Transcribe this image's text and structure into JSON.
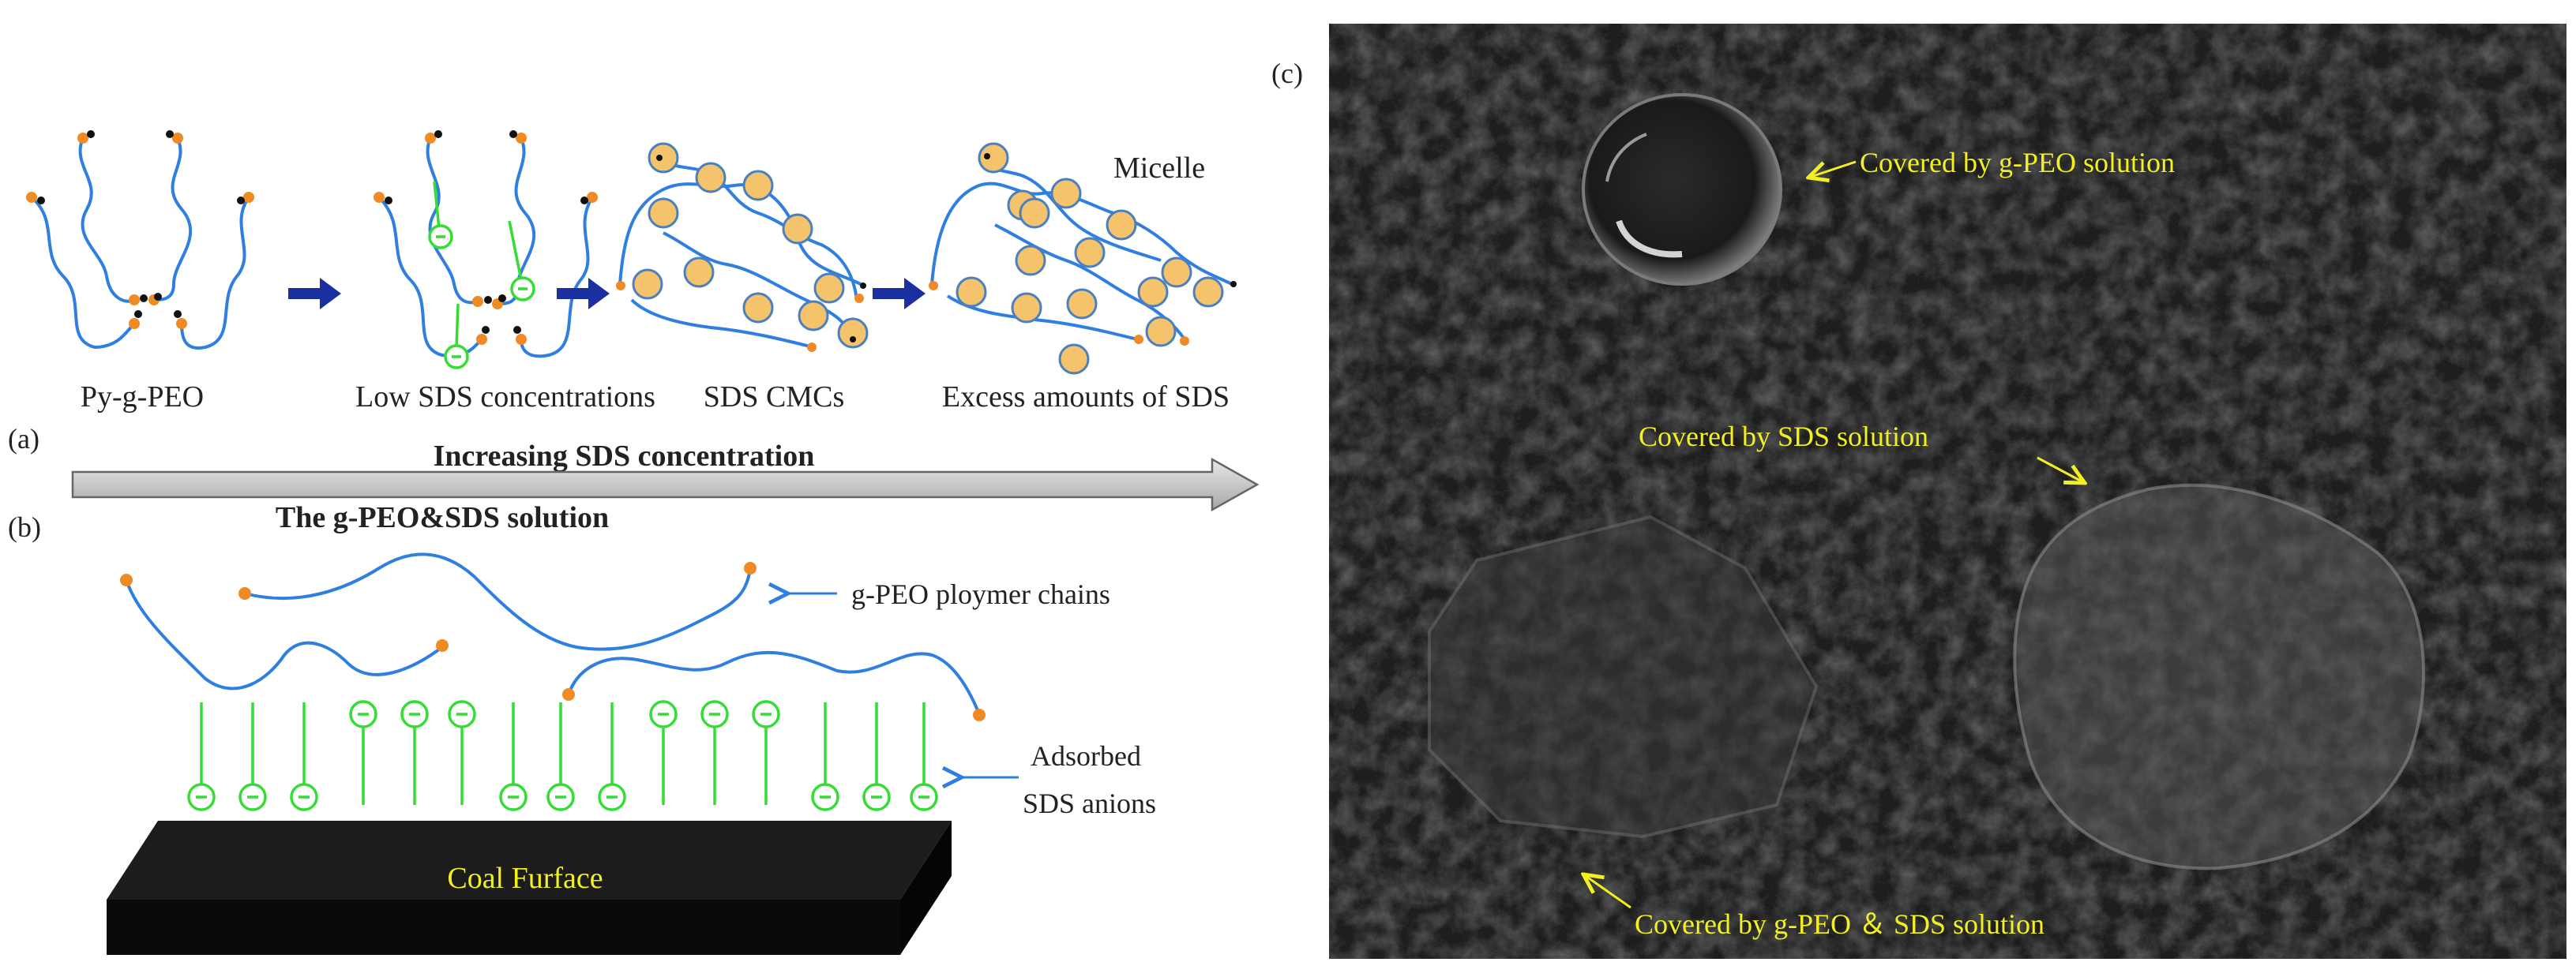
{
  "panel_a": {
    "label": "(a)",
    "stage_labels": [
      "Py-g-PEO",
      "Low SDS concentrations",
      "SDS CMCs",
      "Excess amounts of SDS"
    ],
    "micelle_label": "Micelle",
    "trend_label": "Increasing SDS concentration"
  },
  "panel_b": {
    "label": "(b)",
    "solution_label": "The g-PEO&SDS solution",
    "chain_label": "g-PEO ploymer chains",
    "anion_label_line1": "Adsorbed",
    "anion_label_line2": "SDS anions",
    "surface_label": "Coal Furface"
  },
  "panel_c": {
    "label": "(c)",
    "annotations": [
      "Covered by g-PEO solution",
      "Covered by SDS solution",
      "Covered by g-PEO ＆ SDS solution"
    ]
  },
  "colors": {
    "chain": "#2f7fe0",
    "head": "#f08a24",
    "surfactant": "#33dd33",
    "micelle_fill": "#f5c36b",
    "arrow_block": "#1a2fa0",
    "annotation": "#f2f020",
    "coal": "#111111"
  }
}
